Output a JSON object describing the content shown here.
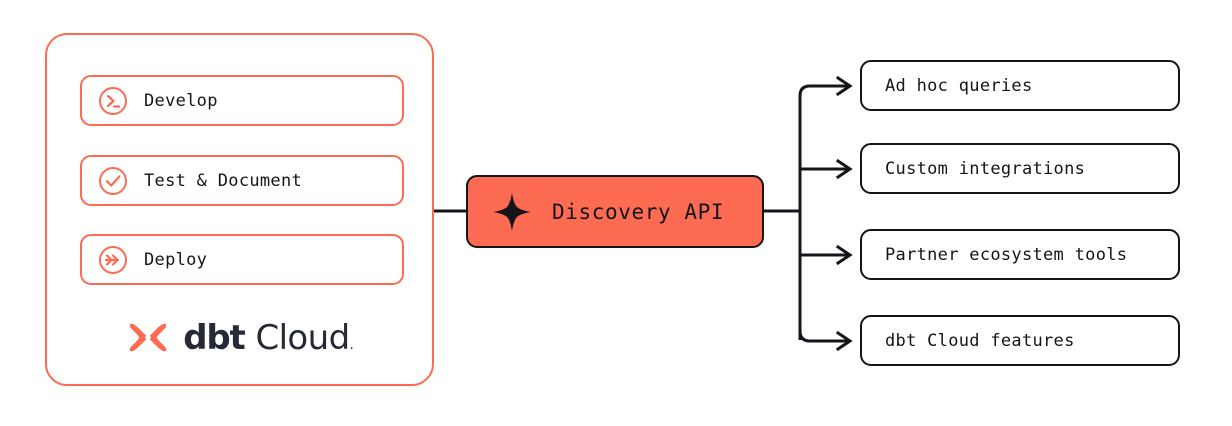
{
  "colors": {
    "brand_orange": "#FC6B52",
    "ink": "#14151A",
    "dbt_navy": "#262A38",
    "canvas": "#FFFFFF"
  },
  "dbt_panel": {
    "name": "dbt Cloud",
    "stages": [
      {
        "label": "Develop",
        "icon": "terminal-prompt-icon"
      },
      {
        "label": "Test & Document",
        "icon": "check-circle-icon"
      },
      {
        "label": "Deploy",
        "icon": "double-chevron-right-icon"
      }
    ],
    "logo": {
      "mark_icon": "dbt-x-mark-icon",
      "word_bold": "dbt",
      "word_light": "Cloud",
      "trademark": "."
    }
  },
  "center_node": {
    "label": "Discovery API",
    "icon": "sparkle-star-icon"
  },
  "consumers": [
    {
      "label": "Ad hoc queries"
    },
    {
      "label": "Custom integrations"
    },
    {
      "label": "Partner ecosystem tools"
    },
    {
      "label": "dbt Cloud features"
    }
  ],
  "connectors": {
    "input_edge": "dbt-cloud-to-discovery-api",
    "output_edges": [
      "discovery-api-to-ad-hoc-queries",
      "discovery-api-to-custom-integrations",
      "discovery-api-to-partner-ecosystem-tools",
      "discovery-api-to-dbt-cloud-features"
    ]
  }
}
